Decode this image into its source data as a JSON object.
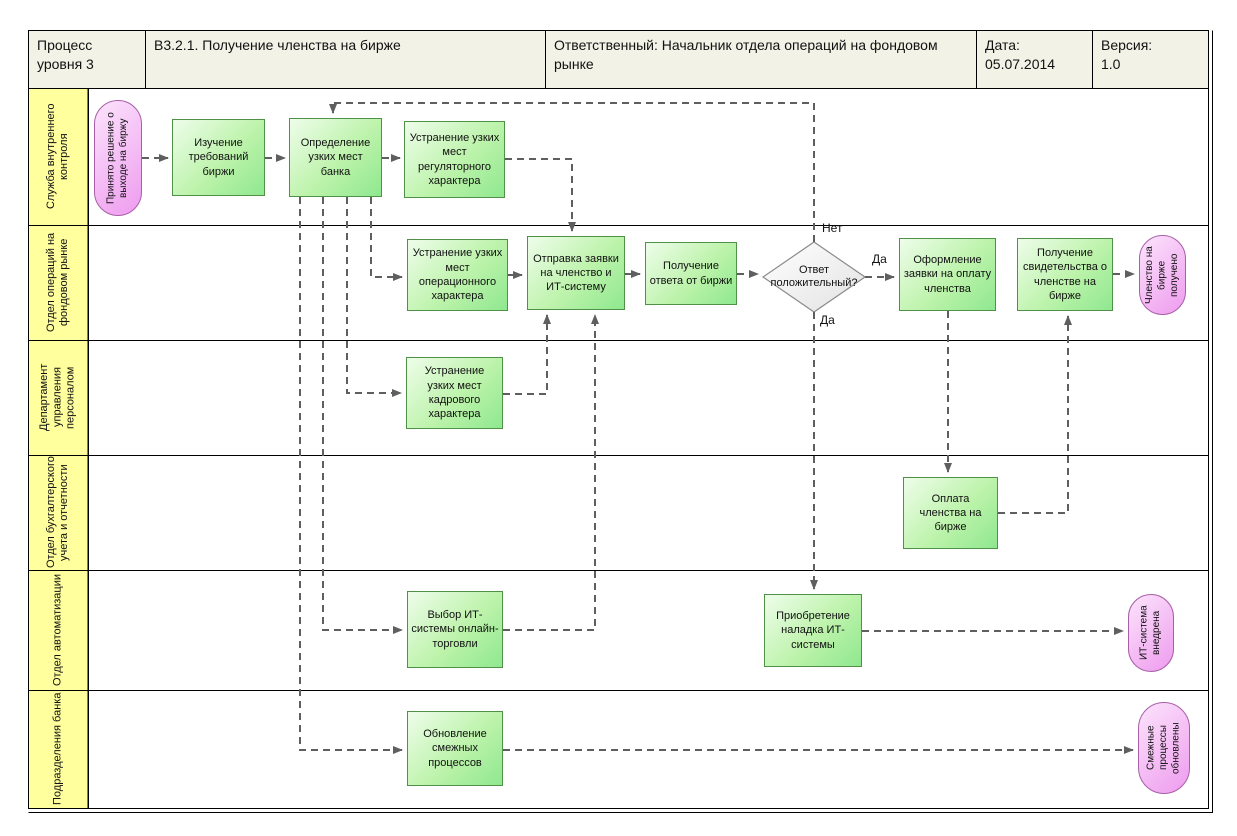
{
  "header": {
    "process_level": "Процесс уровня 3",
    "process_title": "В3.2.1. Получение членства на бирже",
    "responsible": "Ответственный: Начальник отдела операций на фондовом рынке",
    "date_label": "Дата:",
    "date_value": "05.07.2014",
    "version_label": "Версия:",
    "version_value": "1.0"
  },
  "lanes": [
    "Служба внутреннего контроля",
    "Отдел операций на фондовом рынке",
    "Департамент управления персоналом",
    "Отдел бухгалтерского учета и отчетности",
    "Отдел автоматизации",
    "Подразделения банка"
  ],
  "nodes": {
    "start": "Принято решение о выходе на биржу",
    "study": "Изучение требований биржи",
    "identify": "Определение узких мест банка",
    "fix_regulatory": "Устранение узких мест регуляторного характера",
    "fix_operational": "Устранение узких мест операционного характера",
    "send_application": "Отправка заявки на членство и ИТ-систему",
    "receive_answer": "Получение ответа от биржи",
    "decision": "Ответ положительный?",
    "payment_request": "Оформление заявки на оплату членства",
    "get_certificate": "Получение свидетельства о членстве на бирже",
    "membership_done": "Членство на бирже получено",
    "fix_hr": "Устранение узких мест кадрового характера",
    "pay_membership": "Оплата членства на бирже",
    "choose_it": "Выбор ИТ-системы онлайн-торговли",
    "acquire_it": "Приобретение наладка ИТ-системы",
    "it_done": "ИТ-система внедрена",
    "update_processes": "Обновление смежных процессов",
    "processes_done": "Смежные процессы обновлены"
  },
  "edge_labels": {
    "no": "Нет",
    "yes_right": "Да",
    "yes_down": "Да"
  },
  "colors": {
    "lane_label_bg": "#ffff9d",
    "header_bg": "#f3f2e7",
    "box_fill": "#8fe88f",
    "box_fill_light": "#eefdea",
    "box_border": "#4f9147",
    "event_fill": "#ee9bee",
    "event_fill_light": "#fce4fc",
    "event_border": "#a85fa8",
    "decision_border": "#8a8a8a",
    "connector": "#5f5f5f",
    "frame": "#000000"
  }
}
